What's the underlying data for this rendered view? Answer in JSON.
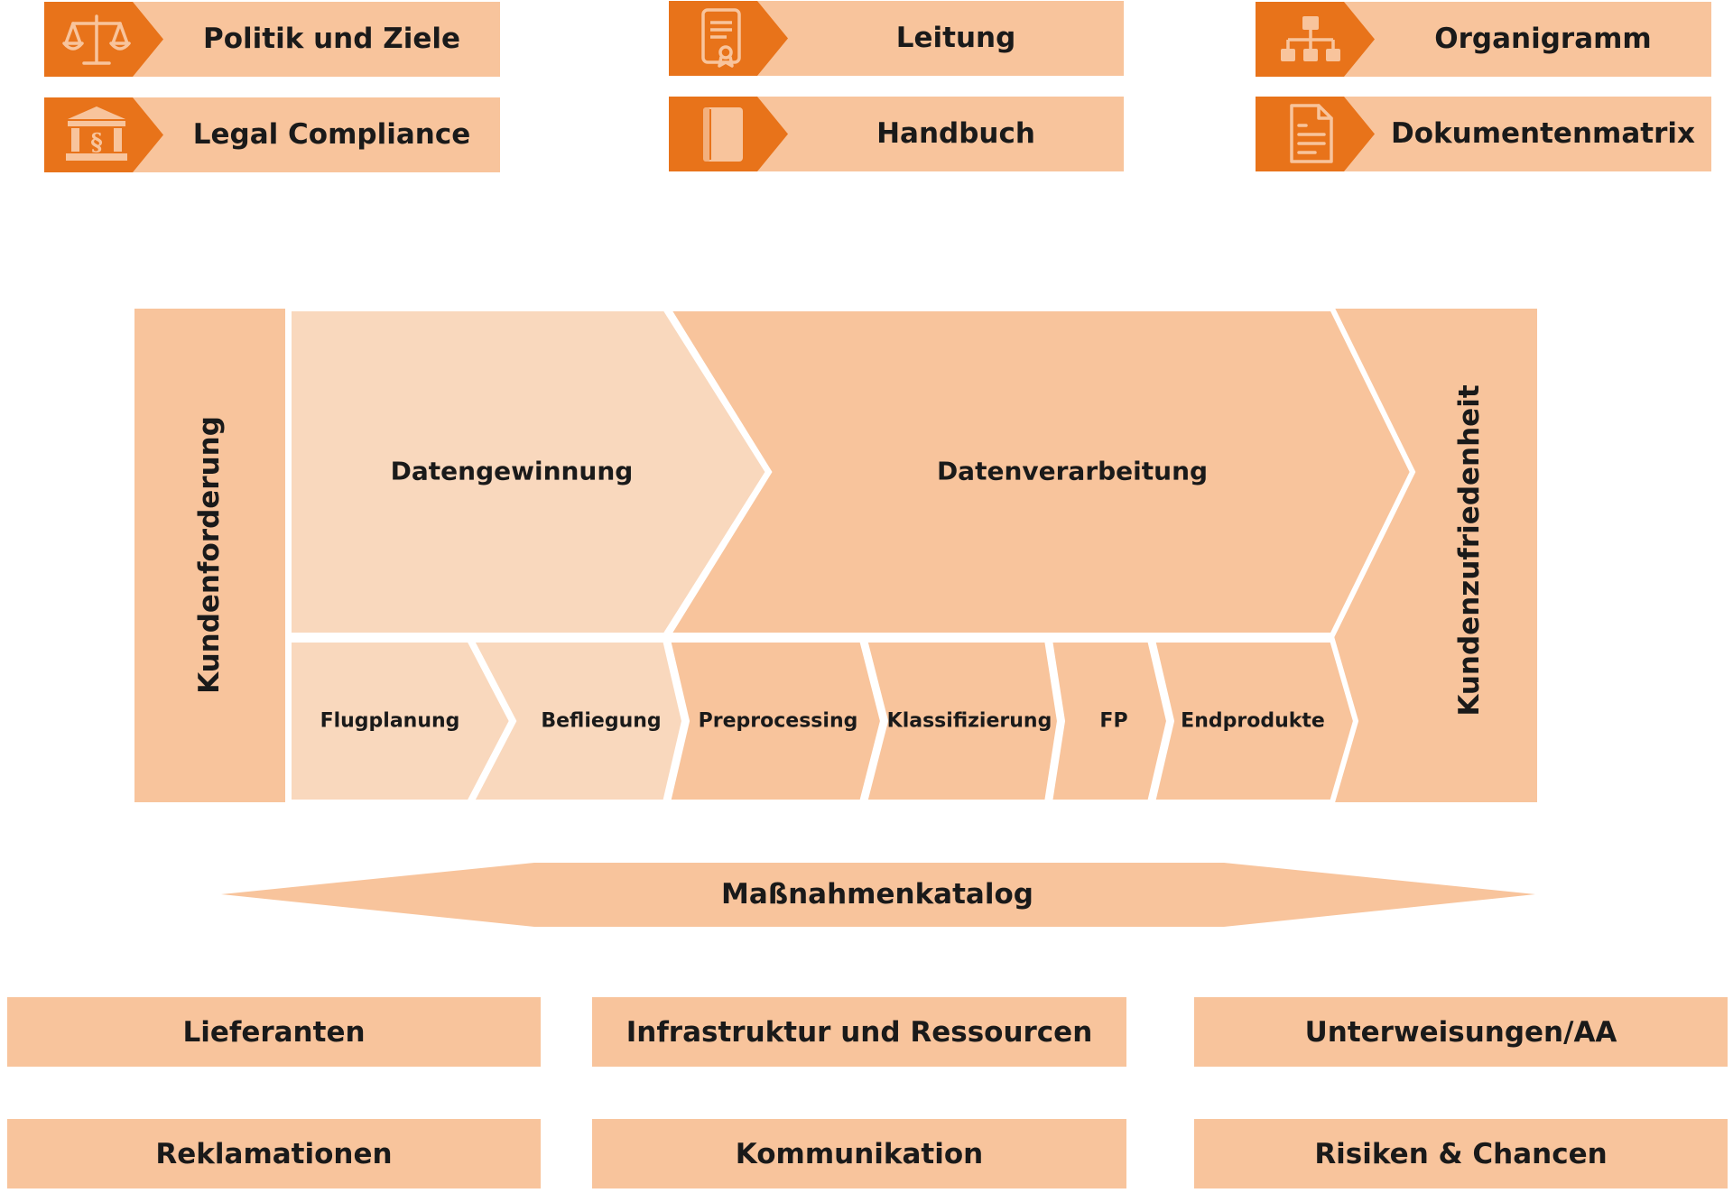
{
  "colors": {
    "accent": "#e8731a",
    "tile": "#f8c49c",
    "light": "#f9d8bd",
    "text": "#1a1a1a",
    "separator": "#ffffff"
  },
  "nav_tiles": [
    {
      "label": "Politik und Ziele",
      "icon": "scales-icon"
    },
    {
      "label": "Leitung",
      "icon": "certificate-icon"
    },
    {
      "label": "Organigramm",
      "icon": "org-chart-icon"
    },
    {
      "label": "Legal Compliance",
      "icon": "courthouse-paragraph-icon"
    },
    {
      "label": "Handbuch",
      "icon": "book-icon"
    },
    {
      "label": "Dokumentenmatrix",
      "icon": "document-icon"
    }
  ],
  "process": {
    "left_label": "Kundenforderung",
    "right_label": "Kundenzufriedenheit",
    "main_phases": [
      "Datengewinnung",
      "Datenverarbeitung"
    ],
    "steps": [
      "Flugplanung",
      "Befliegung",
      "Preprocessing",
      "Klassifizierung",
      "FP",
      "Endprodukte"
    ]
  },
  "catalog": {
    "label": "Maßnahmenkatalog"
  },
  "support_boxes": [
    {
      "label": "Lieferanten"
    },
    {
      "label": "Infrastruktur und Ressourcen"
    },
    {
      "label": "Unterweisungen/AA"
    },
    {
      "label": "Reklamationen"
    },
    {
      "label": "Kommunikation"
    },
    {
      "label": "Risiken & Chancen"
    }
  ]
}
